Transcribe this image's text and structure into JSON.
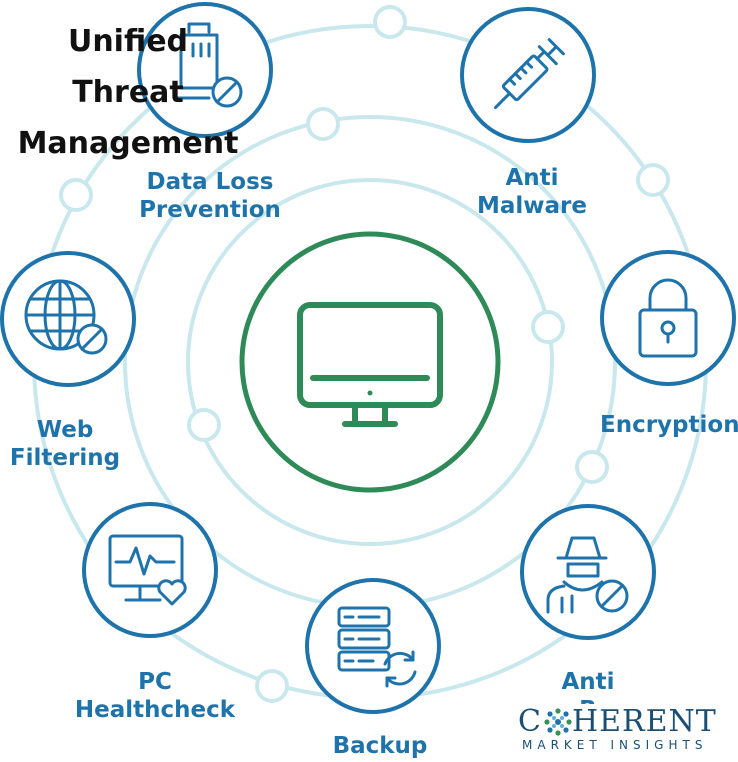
{
  "title": "Unified\nThreat\nManagement",
  "center": {
    "icon": "monitor-icon"
  },
  "components": [
    {
      "id": "data-loss-prevention",
      "label": "Data Loss\nPrevention",
      "icon": "usb-drive-blocked-icon"
    },
    {
      "id": "anti-malware",
      "label": "Anti\nMalware",
      "icon": "syringe-icon"
    },
    {
      "id": "encryption",
      "label": "Encryption",
      "icon": "padlock-icon"
    },
    {
      "id": "anti-spy",
      "label": "Anti\nR",
      "icon": "spy-blocked-icon"
    },
    {
      "id": "backup",
      "label": "Backup",
      "icon": "server-sync-icon"
    },
    {
      "id": "pc-healthcheck",
      "label": "PC\nHealthcheck",
      "icon": "monitor-heartbeat-icon"
    },
    {
      "id": "web-filtering",
      "label": "Web\nFiltering",
      "icon": "globe-blocked-icon"
    }
  ],
  "logo": {
    "name_pre": "C",
    "name_post": "HERENT",
    "tagline": "MARKET INSIGHTS"
  },
  "colors": {
    "node": "#1f73ab",
    "center": "#2e8b57",
    "orbit": "#c9e8ee",
    "text": "#1f73ab"
  }
}
